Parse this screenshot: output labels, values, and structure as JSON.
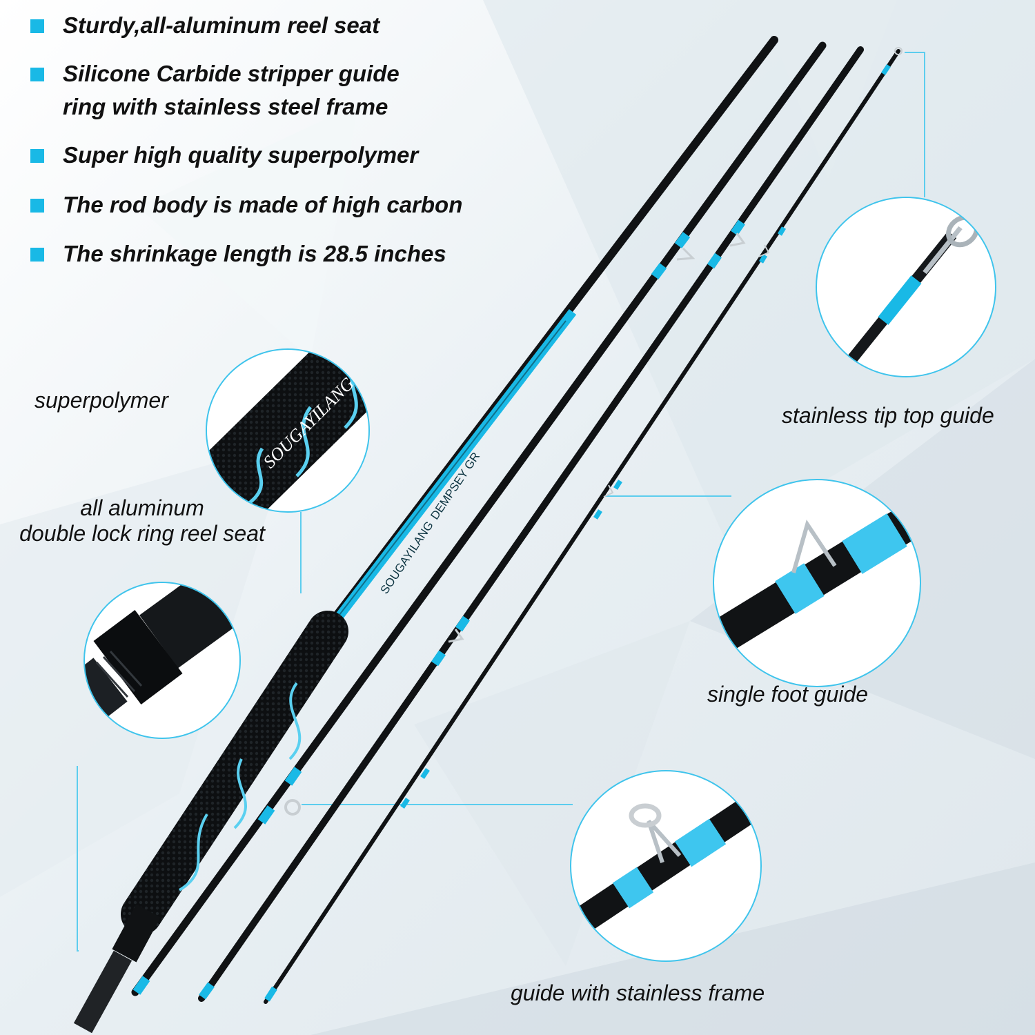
{
  "features": [
    {
      "icon": "square-bullet-icon",
      "lines": [
        "Sturdy,all-aluminum reel seat"
      ]
    },
    {
      "icon": "square-bullet-icon",
      "lines": [
        "Silicone Carbide stripper guide",
        "ring with stainless steel frame"
      ]
    },
    {
      "icon": "square-bullet-icon",
      "lines": [
        "Super high quality superpolymer"
      ]
    },
    {
      "icon": "square-bullet-icon",
      "lines": [
        "The rod body is made of high carbon"
      ]
    },
    {
      "icon": "square-bullet-icon",
      "lines": [
        "The shrinkage length is 28.5 inches"
      ]
    }
  ],
  "callouts": {
    "superpolymer": "superpolymer",
    "reel_seat_line1": "all aluminum",
    "reel_seat_line2": "double lock ring reel seat",
    "tip_top": "stainless tip top guide",
    "single_foot": "single foot guide",
    "frame_guide": "guide with stainless frame"
  },
  "rod_branding": {
    "brand": "SOUGAYILANG",
    "model": "DEMPSEY GR"
  },
  "colors": {
    "accent": "#19b9e6",
    "rod": "#101214",
    "background": "#eef3f6"
  }
}
